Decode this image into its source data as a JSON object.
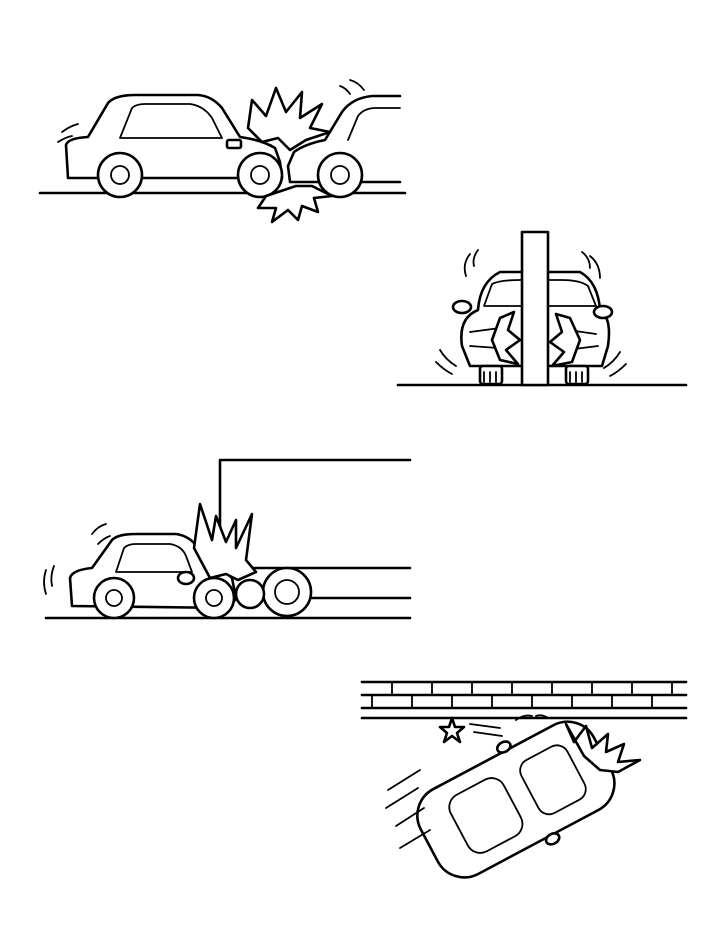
{
  "illustration": {
    "scenes": [
      {
        "id": "head-on-collision",
        "icons": [
          "car-icon",
          "car-icon",
          "impact-burst-icon"
        ]
      },
      {
        "id": "pole-collision",
        "icons": [
          "car-front-icon",
          "pole-icon",
          "impact-burst-icon"
        ]
      },
      {
        "id": "underride-collision",
        "icons": [
          "car-icon",
          "truck-trailer-icon",
          "impact-burst-icon"
        ]
      },
      {
        "id": "wall-side-collision",
        "icons": [
          "car-top-view-icon",
          "brick-wall-icon",
          "star-icon",
          "impact-burst-icon"
        ]
      }
    ],
    "colors": {
      "line": "#000000",
      "background": "#ffffff"
    }
  }
}
